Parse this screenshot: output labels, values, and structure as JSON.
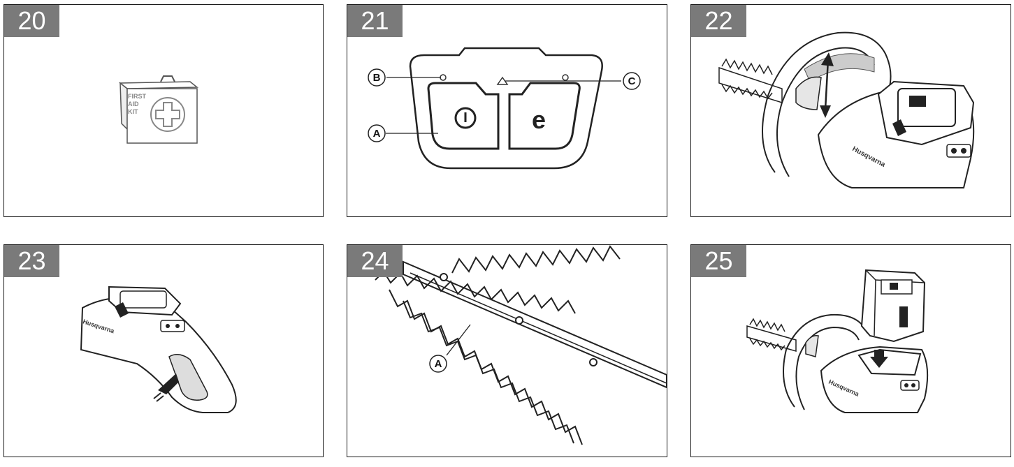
{
  "figures": [
    {
      "number": "20",
      "kit_text": [
        "FIRST",
        "AID",
        "KIT"
      ]
    },
    {
      "number": "21",
      "callouts": {
        "a": "A",
        "b": "B",
        "c": "C"
      }
    },
    {
      "number": "22",
      "brand": "Husqvarna"
    },
    {
      "number": "23",
      "brand": "Husqvarna"
    },
    {
      "number": "24",
      "callouts": {
        "a": "A"
      }
    },
    {
      "number": "25",
      "brand": "Husqvarna"
    }
  ]
}
